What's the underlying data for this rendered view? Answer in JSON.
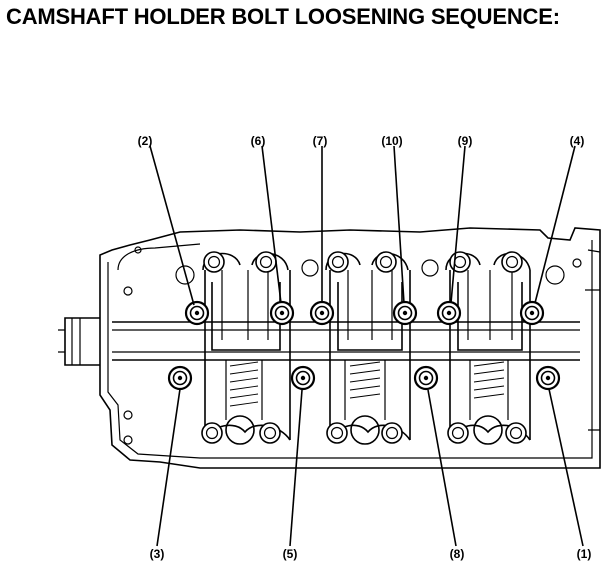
{
  "title": "CAMSHAFT HOLDER BOLT LOOSENING SEQUENCE:",
  "callouts": {
    "c1": "(1)",
    "c2": "(2)",
    "c3": "(3)",
    "c4": "(4)",
    "c5": "(5)",
    "c6": "(6)",
    "c7": "(7)",
    "c8": "(8)",
    "c9": "(9)",
    "c10": "(10)"
  }
}
